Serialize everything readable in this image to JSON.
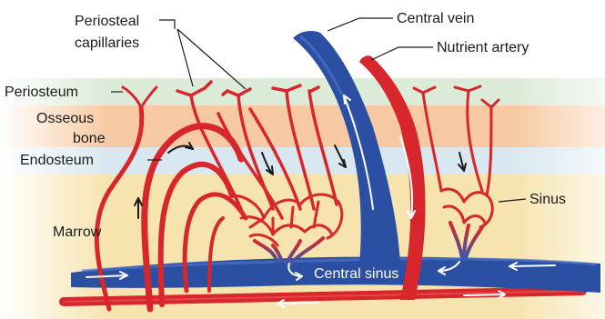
{
  "labels": {
    "periosteal_capillaries_line1": "Periosteal",
    "periosteal_capillaries_line2": "capillaries",
    "central_vein": "Central vein",
    "nutrient_artery": "Nutrient artery",
    "periosteum": "Periosteum",
    "osseous_bone_line1": "Osseous",
    "osseous_bone_line2": "bone",
    "endosteum": "Endosteum",
    "marrow": "Marrow",
    "sinus": "Sinus",
    "central_sinus": "Central sinus"
  },
  "colors": {
    "periosteum_band": "#dcebd8",
    "osseous_band": "#f7c9a2",
    "endosteum_band": "#d9e8f0",
    "marrow_band": "#f6e3ae",
    "artery": "#d7262c",
    "vein": "#2a4fa3",
    "sinusoid": "#8a6bb0"
  }
}
